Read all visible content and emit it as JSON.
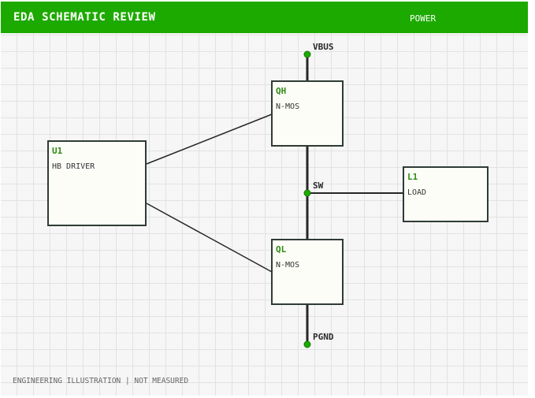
{
  "header": {
    "title": "EDA SCHEMATIC REVIEW",
    "tag": "POWER"
  },
  "components": {
    "u1": {
      "ref": "U1",
      "desc": "HB DRIVER"
    },
    "qh": {
      "ref": "QH",
      "desc": "N-MOS"
    },
    "ql": {
      "ref": "QL",
      "desc": "N-MOS"
    },
    "l1": {
      "ref": "L1",
      "desc": "LOAD"
    }
  },
  "nets": {
    "vbus": "VBUS",
    "sw": "SW",
    "pgnd": "PGND"
  },
  "footer": {
    "note": "ENGINEERING ILLUSTRATION | NOT MEASURED"
  },
  "colors": {
    "header": "#1daa00",
    "net_node": "#1daa00",
    "ref_text": "#2e8b12",
    "block_border": "#2f3b35"
  }
}
